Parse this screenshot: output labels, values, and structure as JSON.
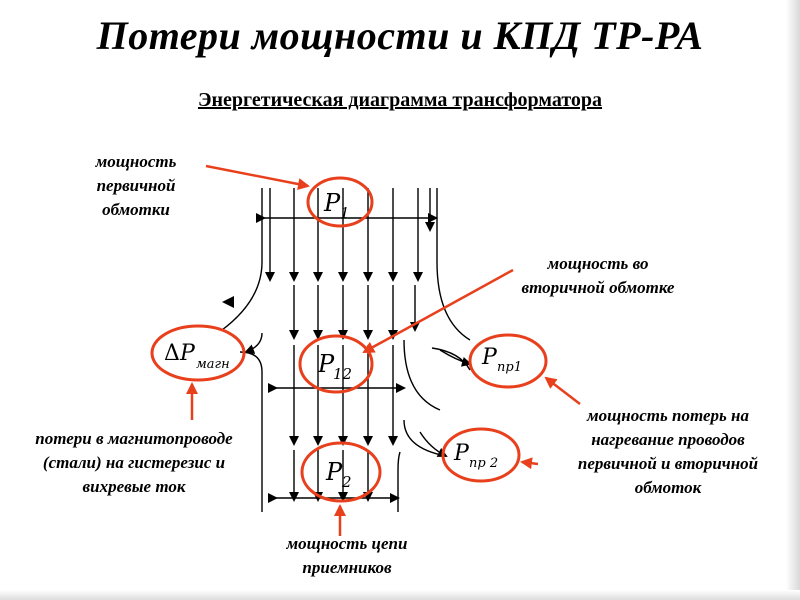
{
  "title": "Потери мощности и КПД ТР-РА",
  "subtitle": "Энергетическая диаграмма трансформатора",
  "symbols": {
    "p1": {
      "main": "P",
      "sub": "1"
    },
    "p12": {
      "main": "P",
      "sub": "12"
    },
    "p2": {
      "main": "P",
      "sub": "2"
    },
    "dp_magn": {
      "delta": "Δ",
      "main": "P",
      "sub": "магн"
    },
    "p_pr1": {
      "main": "P",
      "sub": "пр1"
    },
    "p_pr2": {
      "main": "P",
      "sub": "пр 2"
    }
  },
  "labels": {
    "primary": [
      "мощность",
      "первичной",
      "обмотки"
    ],
    "secondary": [
      "мощность во",
      "вторичной обмотке"
    ],
    "magnetic": [
      "потери в магнитопроводе",
      "(стали) на гистерезис и",
      "вихревые ток"
    ],
    "copper": [
      "мощность потерь на",
      "нагревание проводов",
      "первичной и вторичной",
      "обмоток"
    ],
    "load": [
      "мощность цепи",
      "приемников"
    ]
  },
  "colors": {
    "accent": "#e8401c",
    "ink": "#000000"
  }
}
